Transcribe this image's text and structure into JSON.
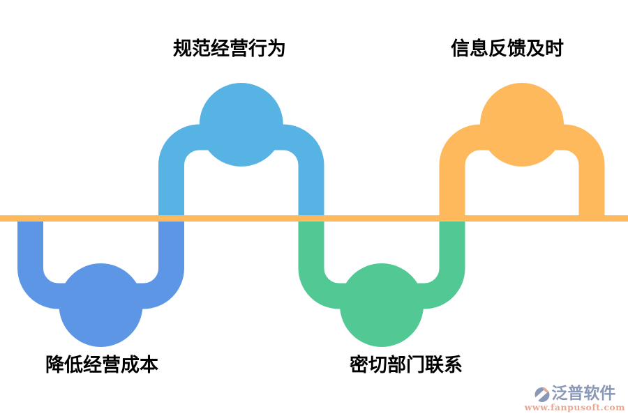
{
  "diagram": {
    "baseline_color": "#FDB95C",
    "items": [
      {
        "id": "reduce-operating-costs",
        "label": "降低经营成本",
        "color": "#5E96E6",
        "side": "below"
      },
      {
        "id": "standardize-business-conduct",
        "label": "规范经营行为",
        "color": "#56B3E3",
        "side": "above"
      },
      {
        "id": "close-department-contact",
        "label": "密切部门联系",
        "color": "#52C894",
        "side": "below"
      },
      {
        "id": "timely-information-feedback",
        "label": "信息反馈及时",
        "color": "#FDB95C",
        "side": "above"
      }
    ]
  },
  "watermark": {
    "brand": "泛普软件",
    "url": "www.fanpusoft.com",
    "brand_color": "#8A98B8",
    "url_color": "#E7A893"
  }
}
